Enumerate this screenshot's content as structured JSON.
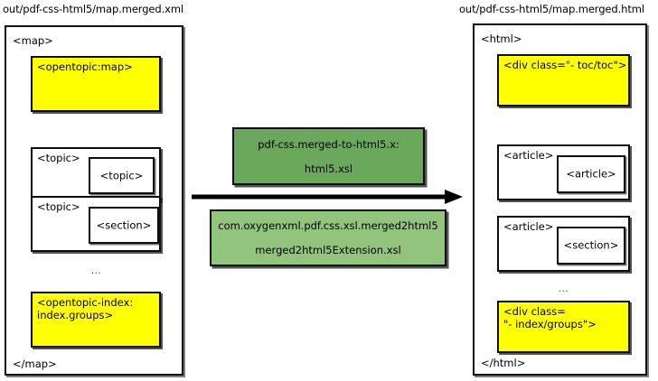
{
  "diagram": {
    "title_left": "out/pdf-css-html5/map.merged.xml",
    "title_right": "out/pdf-css-html5/map.merged.html",
    "ellipsis": "...",
    "colors": {
      "highlight": "#ffff00",
      "transform_primary": "#6aa85c",
      "transform_secondary": "#93c47d",
      "outline": "#0d0d0d",
      "background": "#ffffff"
    }
  },
  "left_panel": {
    "root_open": "<map>",
    "root_close": "</map>",
    "nodes": [
      {
        "label": "<opentopic:map>",
        "highlight": true,
        "child": null
      },
      {
        "label": "<topic>",
        "highlight": false,
        "child": "<topic>"
      },
      {
        "label": "<topic>",
        "highlight": false,
        "child": "<section>"
      },
      {
        "label": "<opentopic-index:\nindex.groups>",
        "highlight": true,
        "child": null
      }
    ]
  },
  "right_panel": {
    "root_open": "<html>",
    "root_close": "</html>",
    "nodes": [
      {
        "label": "<div class=\"- toc/toc\">",
        "highlight": true,
        "child": null
      },
      {
        "label": "<article>",
        "highlight": false,
        "child": "<article>"
      },
      {
        "label": "<article>",
        "highlight": false,
        "child": "<section>"
      },
      {
        "label": "<div class=\n\"- index/groups\">",
        "highlight": true,
        "child": null
      }
    ]
  },
  "transforms": [
    {
      "line1": "pdf-css.merged-to-html5.x:",
      "line2": "html5.xsl"
    },
    {
      "line1": "com.oxygenxml.pdf.css.xsl.merged2html5",
      "line2": "merged2html5Extension.xsl"
    }
  ]
}
